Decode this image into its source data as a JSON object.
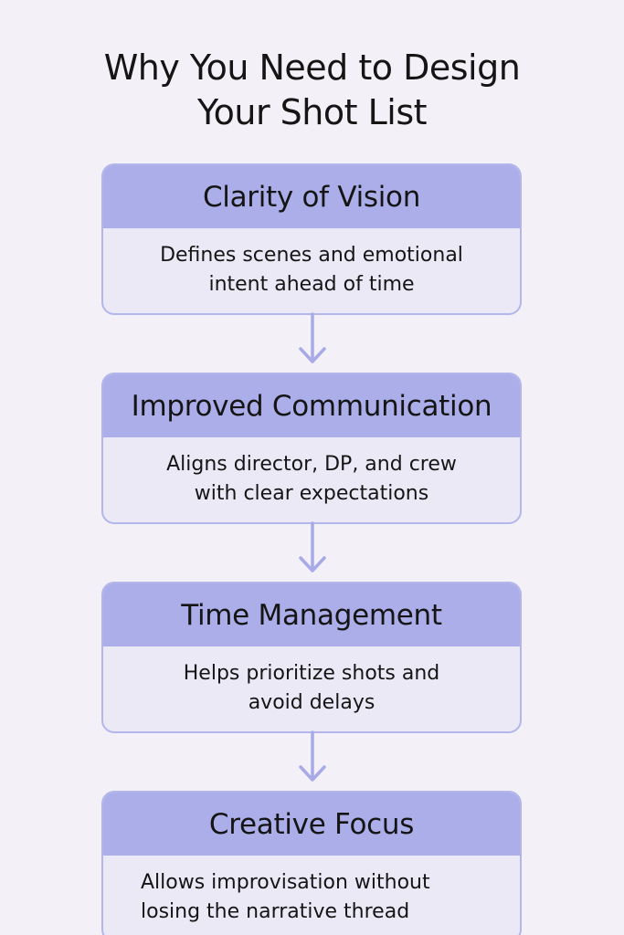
{
  "title": {
    "line1": "Why You Need to Design",
    "line2": "Your Shot List"
  },
  "cards": [
    {
      "heading": "Clarity of Vision",
      "line1": "Defines scenes and emotional",
      "line2": "intent ahead of time"
    },
    {
      "heading": "Improved Communication",
      "line1": "Aligns director, DP, and crew",
      "line2": "with clear expectations"
    },
    {
      "heading": "Time Management",
      "line1": "Helps prioritize shots and",
      "line2": "avoid delays"
    },
    {
      "heading": "Creative Focus",
      "line1": "Allows improvisation without",
      "line2": "losing the narrative thread"
    }
  ],
  "colors": {
    "background": "#f4f0f8",
    "card_header": "#abaee9",
    "card_body": "#ece9f7",
    "card_border": "#b3b6ea",
    "arrow": "#a7aae6"
  }
}
